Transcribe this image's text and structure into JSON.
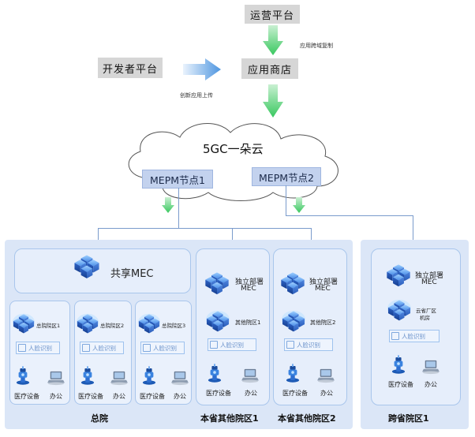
{
  "top": {
    "ops_platform": "运营平台",
    "app_store": "应用商店",
    "dev_platform": "开发者平台",
    "note_replicate": "应用跨域复制",
    "note_upload": "创新应用上传"
  },
  "cloud": {
    "title": "5GC一朵云",
    "mepm1": "MEPM节点1",
    "mepm2": "MEPM节点2"
  },
  "main_campus": {
    "shared_mec": "共享MEC",
    "sub1": "总院院区1",
    "sub2": "总院院区2",
    "sub3": "总院院区3",
    "face": "人脸识别",
    "medical": "医疗设备",
    "office": "办公",
    "title": "总院"
  },
  "other1": {
    "mec_line1": "独立部署",
    "mec_line2": "MEC",
    "sub": "其他院区1",
    "face": "人脸识别",
    "medical": "医疗设备",
    "office": "办公",
    "title": "本省其他院区1"
  },
  "other2": {
    "mec_line1": "独立部署",
    "mec_line2": "MEC",
    "sub": "其他院区2",
    "face": "人脸识别",
    "medical": "医疗设备",
    "office": "办公",
    "title": "本省其他院区2"
  },
  "cross": {
    "mec_line1": "独立部署",
    "mec_line2": "MEC",
    "sub_line1": "云省厂区",
    "sub_line2": "机房",
    "face": "人脸识别",
    "medical": "医疗设备",
    "office": "办公",
    "title": "跨省院区1"
  },
  "colors": {
    "green_arrow": "#5fd67a",
    "blue_arrow": "#6aa7e6",
    "cube": "#2f6fd6"
  }
}
